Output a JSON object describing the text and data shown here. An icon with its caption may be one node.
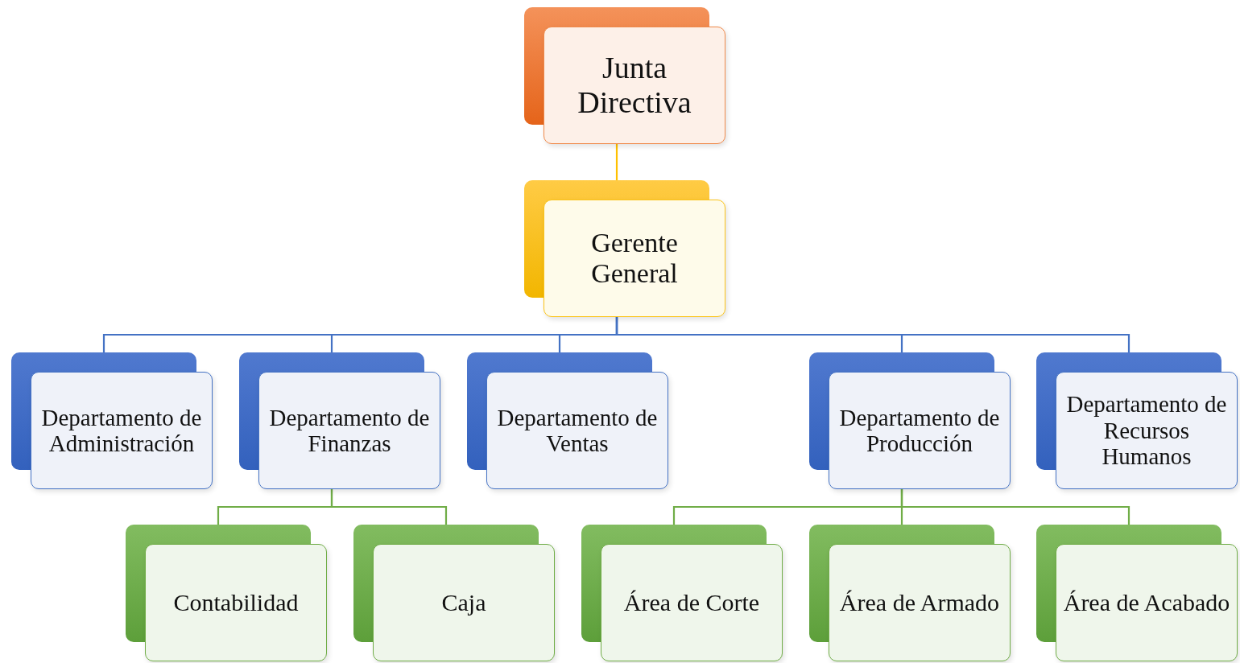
{
  "diagram": {
    "nodes": [
      {
        "text": [
          "Junta Directiva"
        ]
      },
      {
        "text": [
          "Gerente General"
        ]
      },
      {
        "text": [
          "Departamento de Administración"
        ]
      },
      {
        "text": [
          "Departamento de Finanzas"
        ]
      },
      {
        "text": [
          "Departamento de Ventas"
        ]
      },
      {
        "text": [
          "Departamento de Producción"
        ]
      },
      {
        "text": [
          "Departamento de Recursos Humanos"
        ]
      },
      {
        "text": [
          "Contabilidad"
        ]
      },
      {
        "text": [
          "Caja"
        ]
      },
      {
        "text": [
          "Área de Corte"
        ]
      },
      {
        "text": [
          "Área de Armado"
        ]
      },
      {
        "text": [
          "Área de Acabado"
        ]
      }
    ],
    "edges": [
      {
        "from": 0,
        "to": 1,
        "arrow": "none",
        "color": "#ffc000"
      },
      {
        "from": 1,
        "to": 2,
        "arrow": "none"
      },
      {
        "from": 1,
        "to": 3,
        "arrow": "none"
      },
      {
        "from": 1,
        "to": 4,
        "arrow": "none"
      },
      {
        "from": 1,
        "to": 5,
        "arrow": "none"
      },
      {
        "from": 1,
        "to": 6,
        "arrow": "none"
      },
      {
        "from": 3,
        "to": 7,
        "arrow": "none",
        "color": "#70ad47"
      },
      {
        "from": 3,
        "to": 8,
        "arrow": "none",
        "color": "#70ad47"
      },
      {
        "from": 5,
        "to": 9,
        "arrow": "none",
        "color": "#70ad47"
      },
      {
        "from": 5,
        "to": 10,
        "arrow": "none",
        "color": "#70ad47"
      },
      {
        "from": 5,
        "to": 11,
        "arrow": "none",
        "color": "#70ad47"
      }
    ]
  }
}
